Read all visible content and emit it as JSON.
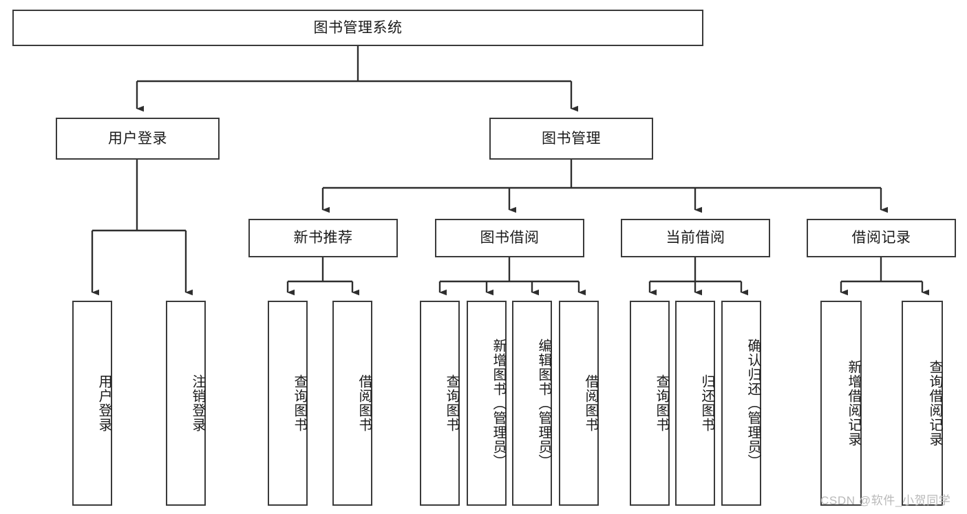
{
  "diagram": {
    "title": "图书管理系统",
    "type": "tree",
    "watermark": "CSDN @软件_小贺同学",
    "colors": {
      "box_border": "#3a3a3a",
      "box_fill": "#ffffff",
      "connector": "#2e2e2e",
      "text": "#1a1a1a",
      "watermark": "#b9b9b9"
    },
    "root": {
      "label": "图书管理系统"
    },
    "level1": [
      {
        "label": "用户登录"
      },
      {
        "label": "图书管理"
      }
    ],
    "level2": [
      {
        "label": "新书推荐"
      },
      {
        "label": "图书借阅"
      },
      {
        "label": "当前借阅"
      },
      {
        "label": "借阅记录"
      }
    ],
    "leaves": {
      "user_login": [
        {
          "label": "用户登录"
        },
        {
          "label": "注销登录"
        }
      ],
      "new_book_recommend": [
        {
          "label": "查询图书"
        },
        {
          "label": "借阅图书"
        }
      ],
      "book_borrow": [
        {
          "label": "查询图书"
        },
        {
          "label": "新增图书（管理员）"
        },
        {
          "label": "编辑图书（管理员）"
        },
        {
          "label": "借阅图书"
        }
      ],
      "current_borrow": [
        {
          "label": "查询图书"
        },
        {
          "label": "归还图书"
        },
        {
          "label": "确认归还（管理员）"
        }
      ],
      "borrow_record": [
        {
          "label": "新增借阅记录"
        },
        {
          "label": "查询借阅记录"
        }
      ]
    }
  }
}
